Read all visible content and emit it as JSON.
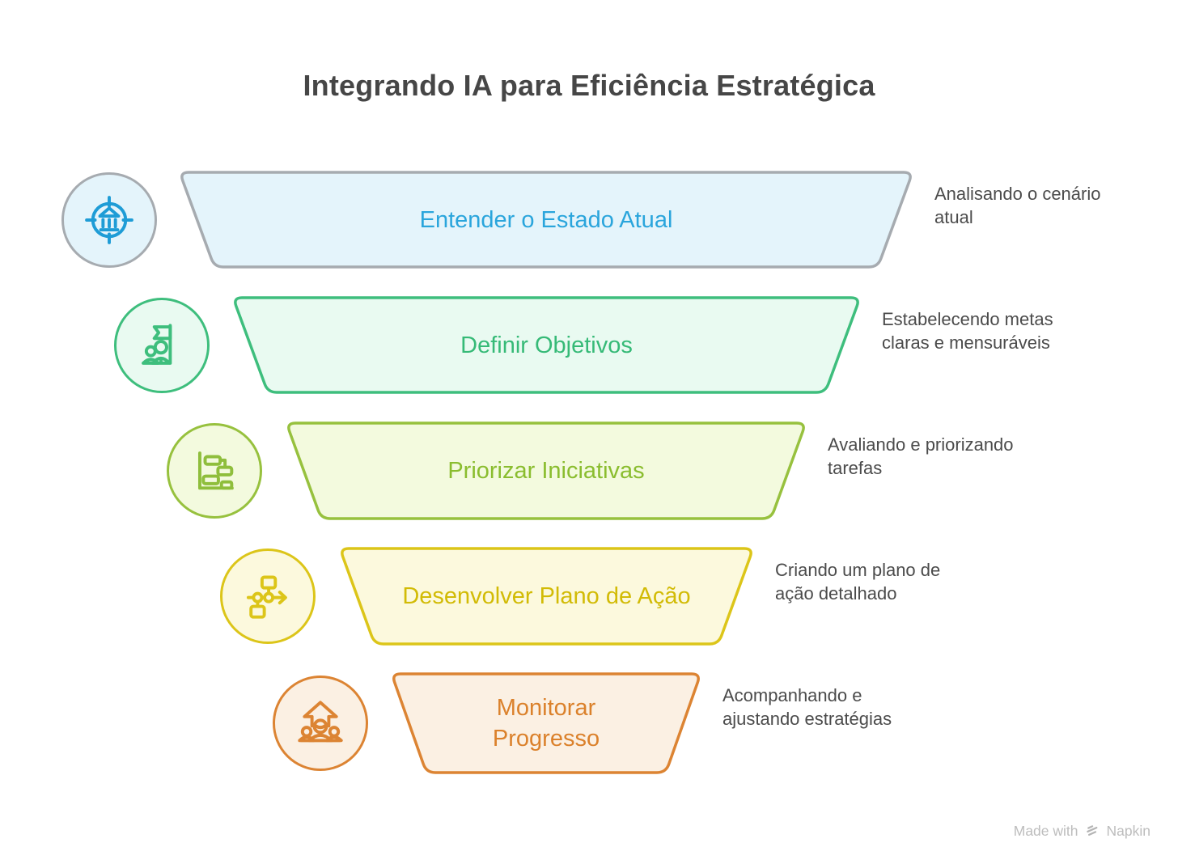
{
  "title": "Integrando IA para Eficiência Estratégica",
  "steps": [
    {
      "label": "Entender o Estado Atual",
      "description": "Analisando o cenário atual",
      "icon": "bank-target-icon",
      "colors": {
        "border": "#a6abb0",
        "fill": "#e4f4fb",
        "label": "#2aa5dc",
        "icon": "#1e9cd6",
        "circle_border": "#a6abb0",
        "circle_fill": "#e4f4fb"
      }
    },
    {
      "label": "Definir Objetivos",
      "description": "Estabelecendo metas claras e mensuráveis",
      "icon": "team-flag-icon",
      "colors": {
        "border": "#3ebe7d",
        "fill": "#e9faf1",
        "label": "#36ba77",
        "icon": "#3ebe7d",
        "circle_border": "#3ebe7d",
        "circle_fill": "#e9faf1"
      }
    },
    {
      "label": "Priorizar Iniciativas",
      "description": "Avaliando e priorizando tarefas",
      "icon": "gantt-chart-icon",
      "colors": {
        "border": "#97c13e",
        "fill": "#f3fade",
        "label": "#8abd2f",
        "icon": "#8fbe3c",
        "circle_border": "#97c13e",
        "circle_fill": "#f3fade"
      }
    },
    {
      "label": "Desenvolver Plano de Ação",
      "description": "Criando um plano de ação detalhado",
      "icon": "flowchart-icon",
      "colors": {
        "border": "#dcc519",
        "fill": "#fcf9dd",
        "label": "#d2bb06",
        "icon": "#dcc519",
        "circle_border": "#dcc519",
        "circle_fill": "#fcf9dd"
      }
    },
    {
      "label": "Monitorar Progresso",
      "description": "Acompanhando e ajustando estratégias",
      "icon": "team-growth-icon",
      "colors": {
        "border": "#dc8433",
        "fill": "#fbf0e3",
        "label": "#db812b",
        "icon": "#dc8433",
        "circle_border": "#dc8433",
        "circle_fill": "#fbf0e3"
      }
    }
  ],
  "footer": {
    "made_with": "Made with",
    "brand": "Napkin"
  }
}
